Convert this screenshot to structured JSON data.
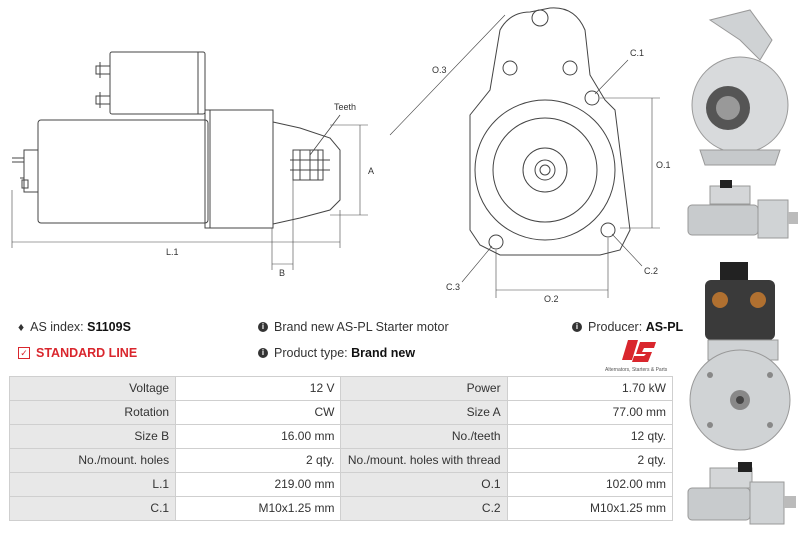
{
  "drawing": {
    "labels": {
      "teeth": "Teeth",
      "a": "A",
      "b": "B",
      "l1": "L.1",
      "o3": "O.3",
      "c1": "C.1",
      "o1": "O.1",
      "c3": "C.3",
      "o2": "O.2",
      "c2": "C.2"
    }
  },
  "info": {
    "as_index_label": "AS index:",
    "as_index_value": "S1109S",
    "standard_line": "STANDARD LINE",
    "description": "Brand new AS-PL Starter motor",
    "product_type_label": "Product type:",
    "product_type_value": "Brand new",
    "producer_label": "Producer:",
    "producer_value": "AS-PL"
  },
  "logo": {
    "mark": "AS",
    "tagline": "Alternators, Starters & Parts",
    "color": "#d9262d"
  },
  "specs": [
    {
      "l1": "Voltage",
      "v1": "12 V",
      "l2": "Power",
      "v2": "1.70 kW"
    },
    {
      "l1": "Rotation",
      "v1": "CW",
      "l2": "Size A",
      "v2": "77.00 mm"
    },
    {
      "l1": "Size B",
      "v1": "16.00 mm",
      "l2": "No./teeth",
      "v2": "12 qty."
    },
    {
      "l1": "No./mount. holes",
      "v1": "2 qty.",
      "l2": "No./mount. holes with thread",
      "v2": "2 qty."
    },
    {
      "l1": "L.1",
      "v1": "219.00 mm",
      "l2": "O.1",
      "v2": "102.00 mm"
    },
    {
      "l1": "C.1",
      "v1": "M10x1.25 mm",
      "l2": "C.2",
      "v2": "M10x1.25 mm"
    }
  ]
}
